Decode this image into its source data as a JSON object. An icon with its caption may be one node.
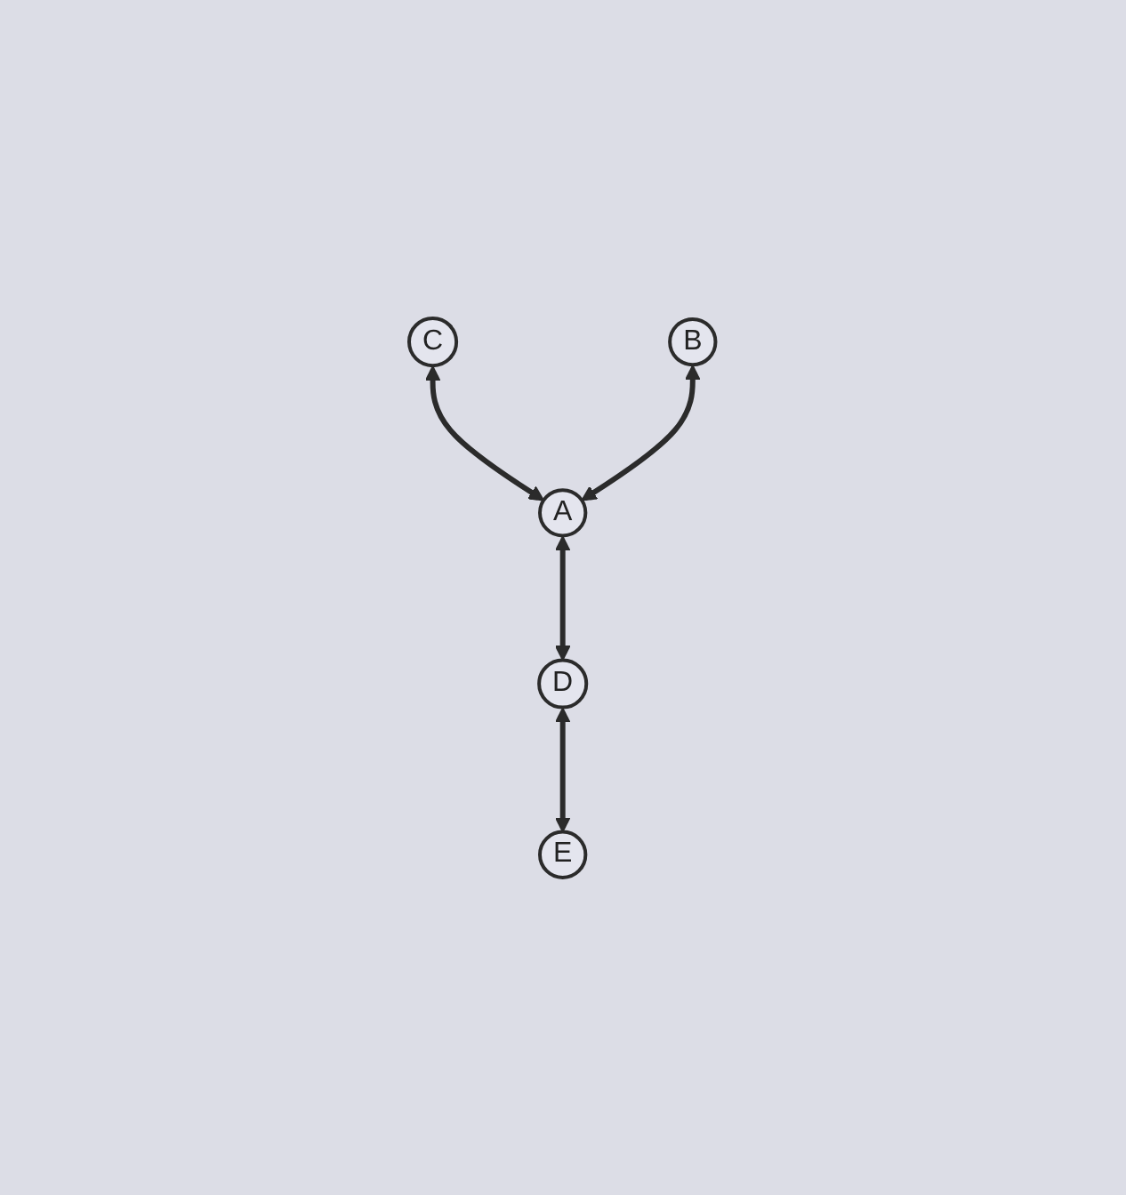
{
  "diagram": {
    "nodes": [
      {
        "text": [
          "C"
        ]
      },
      {
        "text": [
          "B"
        ]
      },
      {
        "text": [
          "A"
        ]
      },
      {
        "text": [
          "D"
        ]
      },
      {
        "text": [
          "E"
        ]
      }
    ],
    "edges": [
      {
        "from": 0,
        "to": 2,
        "arrow": "both"
      },
      {
        "from": 1,
        "to": 2,
        "arrow": "both"
      },
      {
        "from": 2,
        "to": 3,
        "arrow": "both"
      },
      {
        "from": 3,
        "to": 4,
        "arrow": "both"
      }
    ]
  }
}
